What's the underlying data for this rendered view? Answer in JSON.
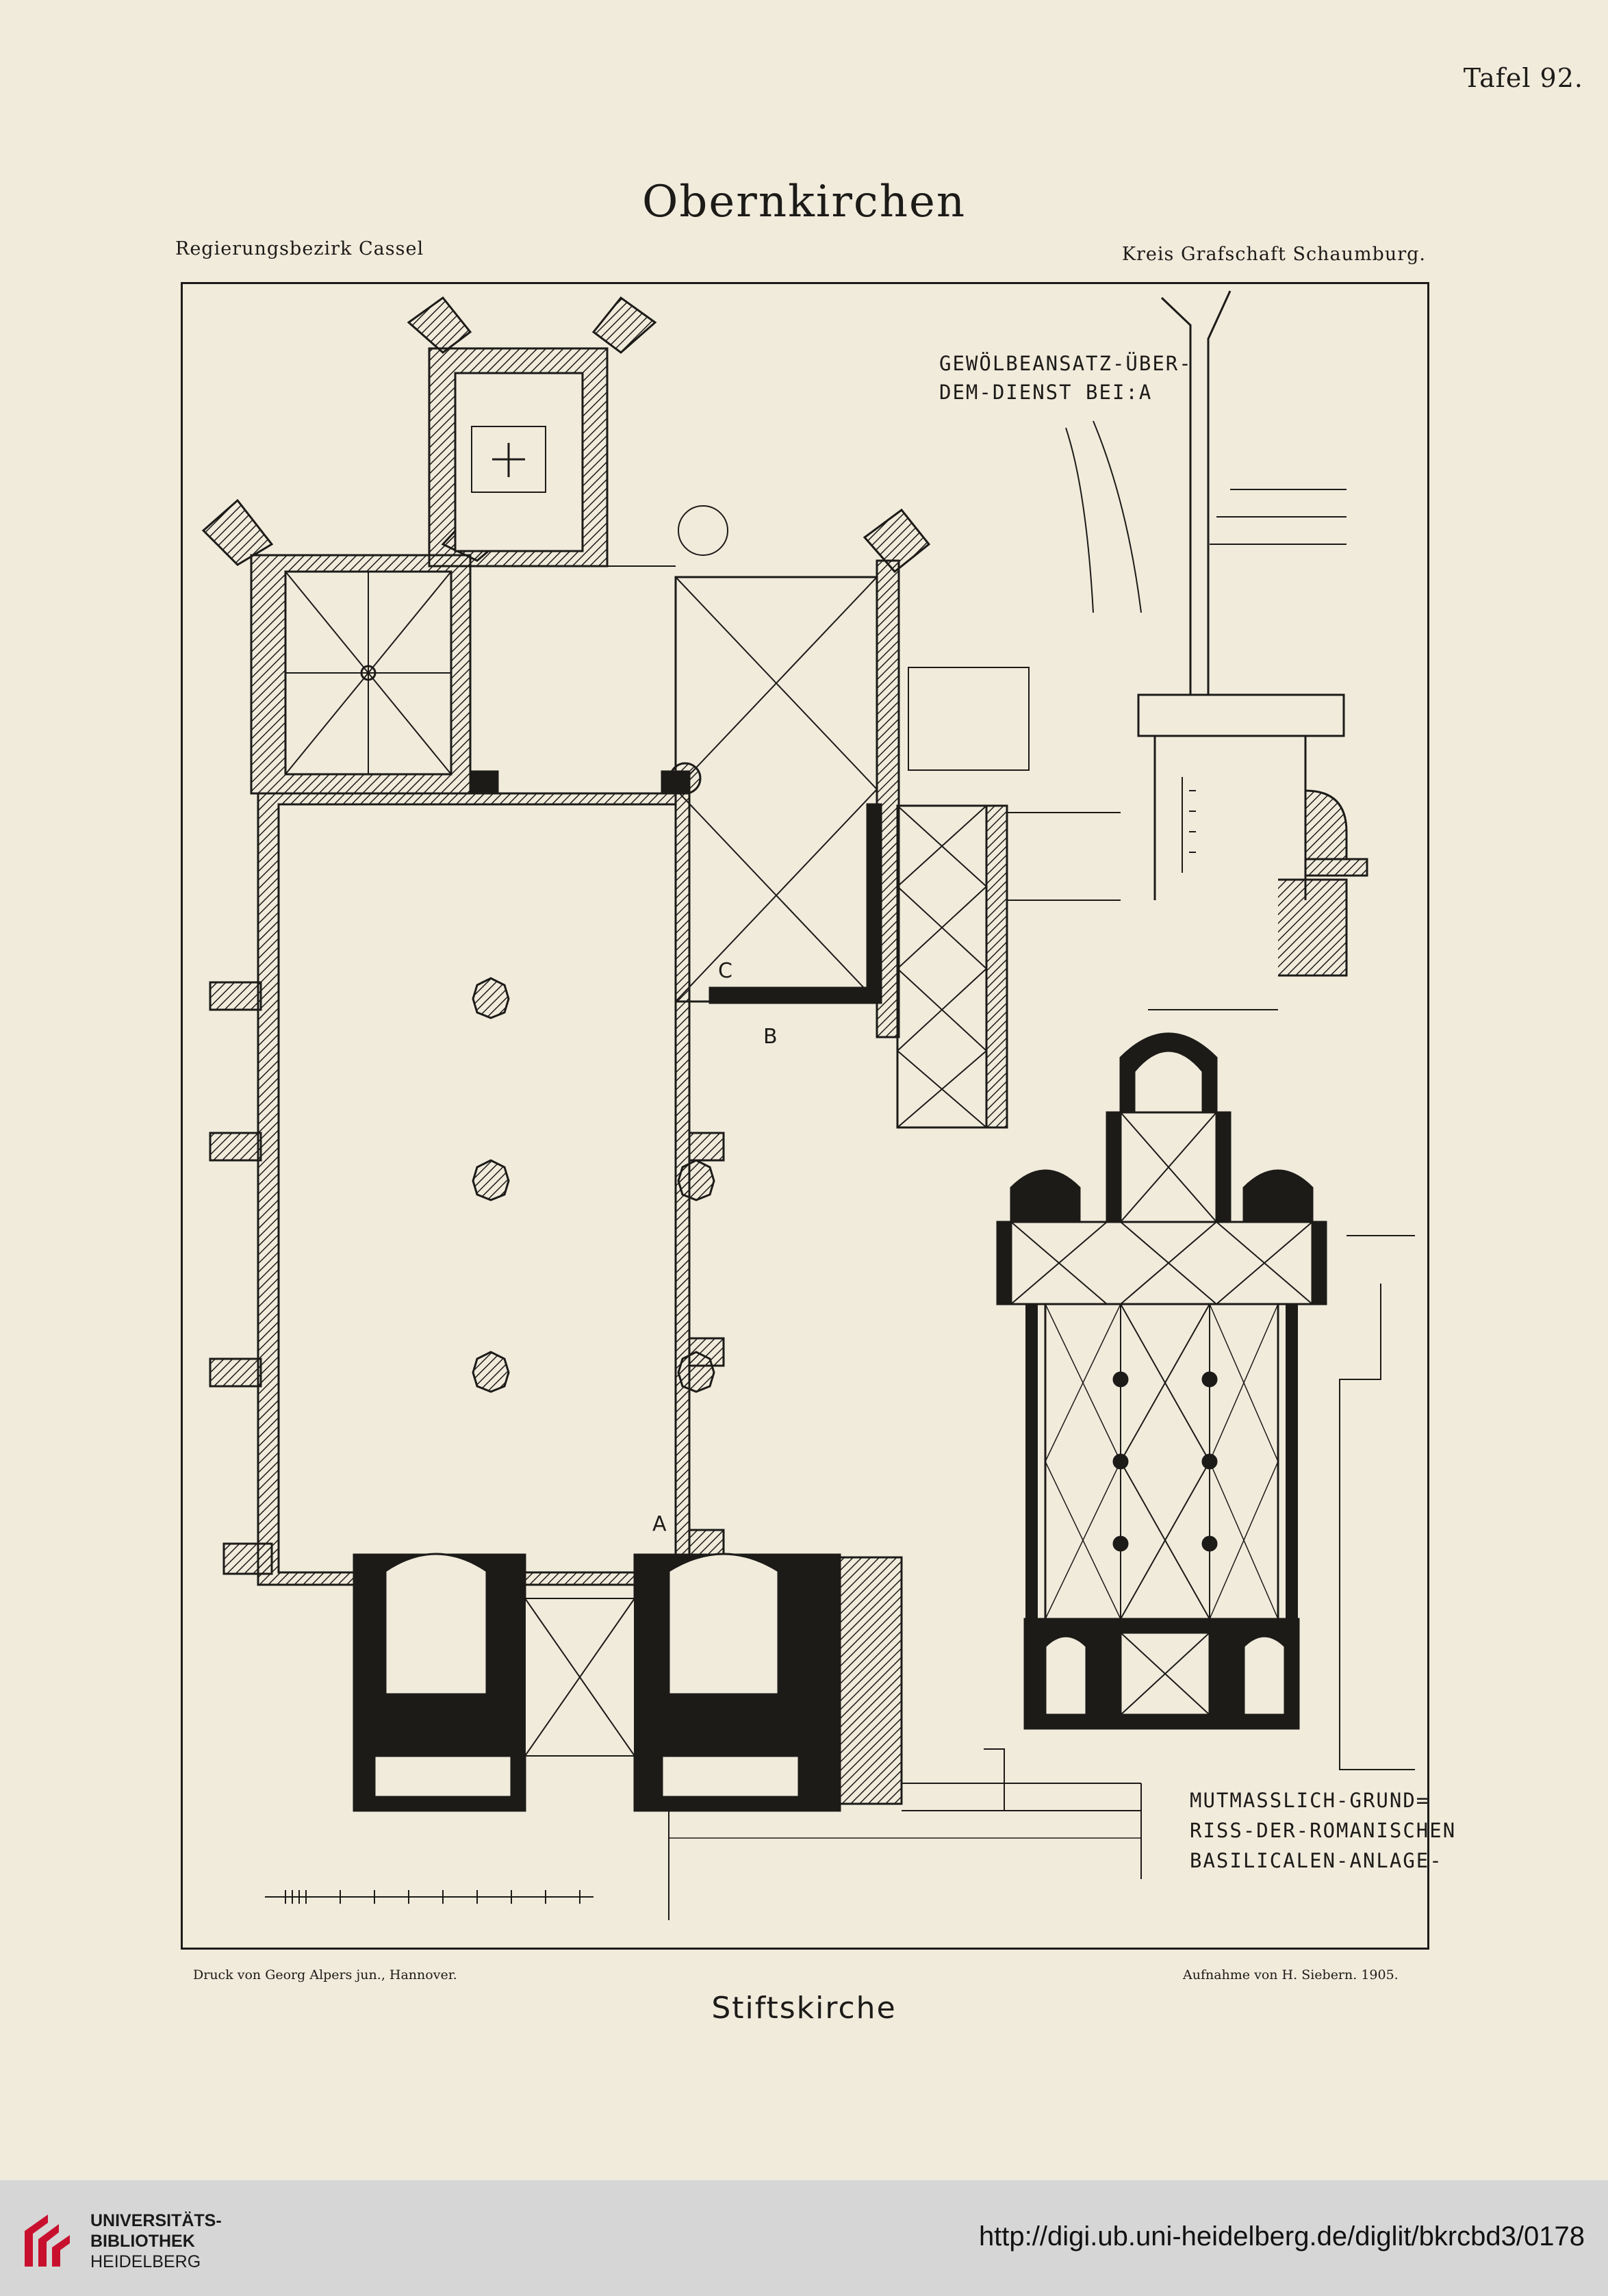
{
  "plate_number": "Tafel 92.",
  "title": "Obernkirchen",
  "region_left": "Regierungsbezirk Cassel",
  "region_right": "Kreis Grafschaft Schaumburg.",
  "notes": {
    "vault_line1": "GEWÖLBEANSATZ-ÜBER-",
    "vault_line2": "DEM-DIENST BEI:A",
    "basilica_line1": "MUTMASSLICH-GRUND=",
    "basilica_line2": "RISS-DER-ROMANISCHEN",
    "basilica_line3": "BASILICALEN-ANLAGE-"
  },
  "labels": {
    "a": "A",
    "b": "B",
    "c": "C"
  },
  "credit_left": "Druck von Georg Alpers jun., Hannover.",
  "credit_right": "Aufnahme von H. Siebern.   1905.",
  "subtitle": "Stiftskirche",
  "footer": {
    "lib_line1": "UNIVERSITÄTS-",
    "lib_line2": "BIBLIOTHEK",
    "lib_line3": "HEIDELBERG",
    "url": "http://digi.ub.uni-heidelberg.de/diglit/bkrcbd3/0178"
  },
  "colors": {
    "paper": "#f1ebdc",
    "ink": "#1c1b18",
    "footer_bg": "#d6d6d6",
    "logo_red": "#c8102e"
  }
}
